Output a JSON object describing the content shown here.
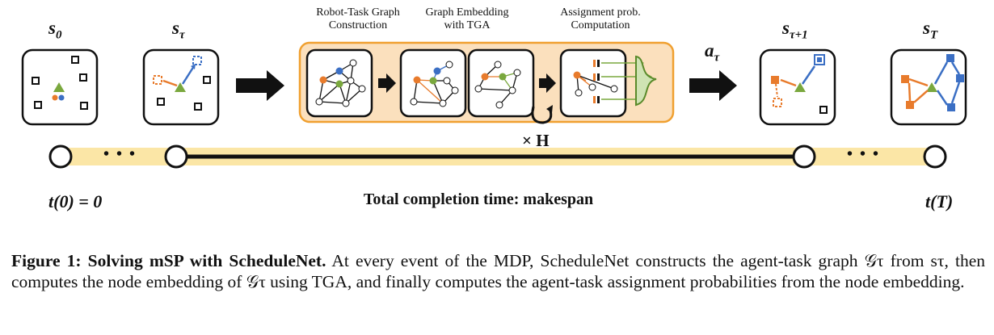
{
  "stages": {
    "graph_construction": "Robot-Task Graph Construction",
    "embedding": "Graph Embedding with TGA",
    "assignment": "Assignment prob. Computation"
  },
  "states": {
    "s0": "s",
    "s0_sub": "0",
    "stau": "s",
    "stau_sub": "τ",
    "stau1": "s",
    "stau1_sub": "τ+1",
    "sT": "s",
    "sT_sub": "T"
  },
  "action": {
    "a": "a",
    "sub": "τ"
  },
  "repeat": "× H",
  "timeline": {
    "start": "t(0) = 0",
    "end": "t(T)",
    "center": "Total completion time: makespan",
    "dots": "• • •"
  },
  "caption": {
    "label": "Figure 1: Solving mSP with ScheduleNet.",
    "text": " At every event of the MDP, ScheduleNet constructs the agent-task graph 𝒢τ from sτ, then computes the node embedding of 𝒢τ using TGA, and finally computes the agent-task assignment probabilities from the node embedding."
  },
  "colors": {
    "orange": "#e87b2c",
    "blue": "#3b6fc4",
    "green": "#7aa83e",
    "band": "#fbe6a6",
    "panel": "#fbe0bd"
  }
}
